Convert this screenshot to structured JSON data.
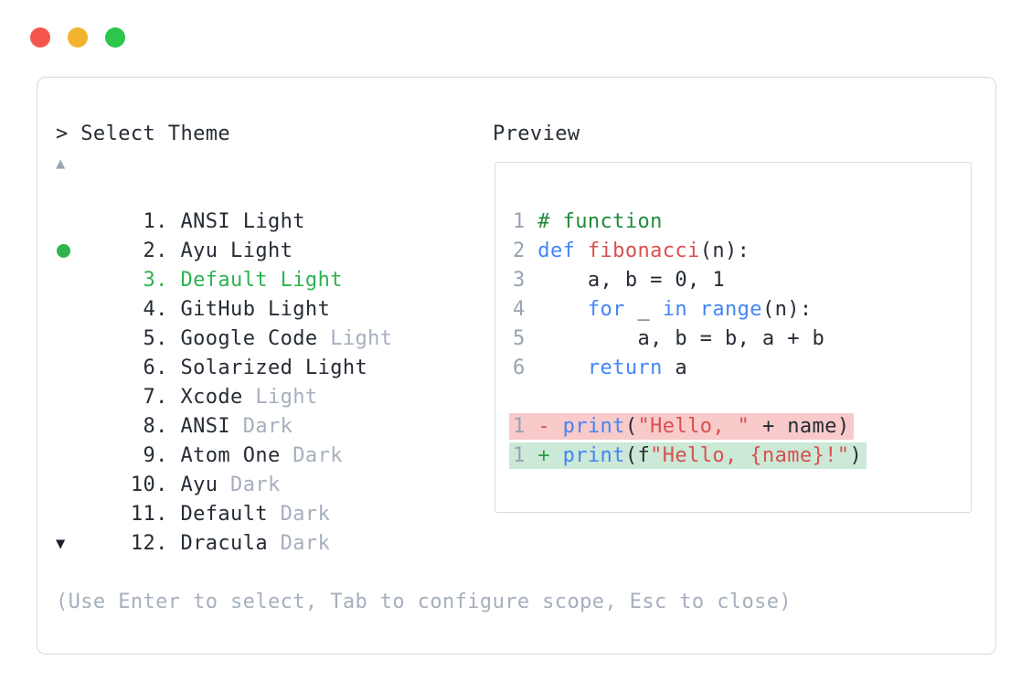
{
  "window": {
    "controls": [
      {
        "name": "close",
        "color": "#f4564e"
      },
      {
        "name": "minimize",
        "color": "#f2b32f"
      },
      {
        "name": "maximize",
        "color": "#2bc64a"
      }
    ]
  },
  "palette": {
    "prompt": "> Select Theme",
    "scroll_up": "▲",
    "scroll_down": "▼",
    "items": [
      {
        "num": "   1. ",
        "main": "ANSI Light",
        "muted": "",
        "selected": false
      },
      {
        "num": "   2. ",
        "main": "Ayu Light",
        "muted": "",
        "selected": false
      },
      {
        "num": "   3. ",
        "main": "Default Light",
        "muted": "",
        "selected": true
      },
      {
        "num": "   4. ",
        "main": "GitHub Light",
        "muted": "",
        "selected": false
      },
      {
        "num": "   5. ",
        "main": "Google Code",
        "muted": " Light",
        "selected": false
      },
      {
        "num": "   6. ",
        "main": "Solarized Light",
        "muted": "",
        "selected": false
      },
      {
        "num": "   7. ",
        "main": "Xcode",
        "muted": " Light",
        "selected": false
      },
      {
        "num": "   8. ",
        "main": "ANSI",
        "muted": " Dark",
        "selected": false
      },
      {
        "num": "   9. ",
        "main": "Atom One",
        "muted": " Dark",
        "selected": false
      },
      {
        "num": "  10. ",
        "main": "Ayu",
        "muted": " Dark",
        "selected": false
      },
      {
        "num": "  11. ",
        "main": "Default",
        "muted": " Dark",
        "selected": false
      },
      {
        "num": "  12. ",
        "main": "Dracula",
        "muted": " Dark",
        "selected": false
      }
    ],
    "help": "(Use Enter to select, Tab to configure scope, Esc to close)"
  },
  "preview": {
    "label": "Preview",
    "lines": [
      {
        "num": "1 ",
        "bg": "",
        "tokens": [
          {
            "t": "# function",
            "c": "com"
          }
        ]
      },
      {
        "num": "2 ",
        "bg": "",
        "tokens": [
          {
            "t": "def",
            "c": "kw"
          },
          {
            "t": " ",
            "c": "pl"
          },
          {
            "t": "fibonacci",
            "c": "fn"
          },
          {
            "t": "(n):",
            "c": "pl"
          }
        ]
      },
      {
        "num": "3 ",
        "bg": "",
        "tokens": [
          {
            "t": "    a, b = 0, 1",
            "c": "pl"
          }
        ]
      },
      {
        "num": "4 ",
        "bg": "",
        "tokens": [
          {
            "t": "    ",
            "c": "pl"
          },
          {
            "t": "for",
            "c": "kw"
          },
          {
            "t": " _ ",
            "c": "pl"
          },
          {
            "t": "in",
            "c": "kw"
          },
          {
            "t": " ",
            "c": "pl"
          },
          {
            "t": "range",
            "c": "kw"
          },
          {
            "t": "(n):",
            "c": "pl"
          }
        ]
      },
      {
        "num": "5 ",
        "bg": "",
        "tokens": [
          {
            "t": "        a, b = b, a + b",
            "c": "pl"
          }
        ]
      },
      {
        "num": "6 ",
        "bg": "",
        "tokens": [
          {
            "t": "    ",
            "c": "pl"
          },
          {
            "t": "return",
            "c": "kw"
          },
          {
            "t": " a",
            "c": "pl"
          }
        ]
      },
      {
        "num": "",
        "bg": "",
        "tokens": []
      },
      {
        "num": "1 ",
        "bg": "del",
        "tokens": [
          {
            "t": "- ",
            "c": "del"
          },
          {
            "t": "print",
            "c": "kw"
          },
          {
            "t": "(",
            "c": "pl"
          },
          {
            "t": "\"Hello, \"",
            "c": "str"
          },
          {
            "t": " + name)",
            "c": "pl"
          }
        ]
      },
      {
        "num": "1 ",
        "bg": "add",
        "tokens": [
          {
            "t": "+ ",
            "c": "add"
          },
          {
            "t": "print",
            "c": "kw"
          },
          {
            "t": "(f",
            "c": "pl"
          },
          {
            "t": "\"Hello, {name}!\"",
            "c": "str"
          },
          {
            "t": ")",
            "c": "pl"
          }
        ]
      }
    ]
  },
  "colors": {
    "text": "#262c35",
    "muted_gray": "#a6afbd",
    "line_number_gray": "#98a2b2",
    "selected_green": "#2db351",
    "comment_green": "#218a38",
    "keyword_blue": "#4385f5",
    "string_red": "#d95050",
    "diff_delete_red": "#d95050",
    "diff_add_green": "#2f9e4a",
    "diff_delete_bg": "#f8caca",
    "diff_add_bg": "#cbe9d6",
    "panel_border": "#d4d9e0"
  }
}
